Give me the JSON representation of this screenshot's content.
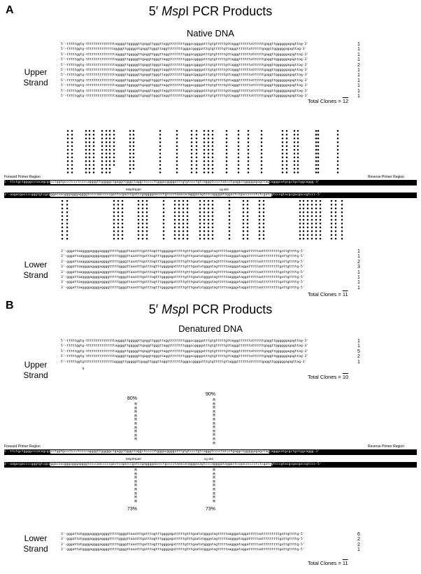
{
  "panelA": {
    "letter": "A",
    "title_pre": "5′ ",
    "title_em": "Msp",
    "title_post": "I PCR Products",
    "subtitle": "Native DNA",
    "upper_label": "Upper Strand",
    "lower_label": "Lower Strand",
    "upper_seqs": [
      "5'-tttttggtg-tttttttttttttttaggggttgggggttgaggttgggttaggttttttttgggacggggatttgtgtttttgttagggttttttattttttgaggttggggggagagttag-3'",
      "5'-tttttggtg-ttttttttttttttaggggttgggggttgaggttgggttaggttttttttgggacggggatttgtgtttttgttagggttttttattttttgaggttggggggagagttag-3'",
      "5'-tttttggtg-tttttttttttttttaggggttgggggttgaggttgggttaggttttttttgggacggggatttgtgtttttgttagggttttttattttttgaggttggggggagagttag-3'",
      "5'-tttttggtg-tttttttttttttttaggggttgggggttgaggttgggttaggttttttttgggacggggatttgtgtttttgttagggttttttattttttgaggttggggggagagttag-3'",
      "5'-tttttggtg-tttttttttttttttaggggttgggggttgaggttgggttaggttttttttgggacggggatttgtgtttttgttagggttttttattttttgaggttggggggagagttag-3'",
      "5'-tttttggtg-tttttttttttttttaggggttgggggttgaggttgggttaggttttttttgggacggggatttgtgtttttgttagggttttttattttttgaggttggggggagagttag-3'",
      "5'-tttttggtg-tttttttttttttttaggggttgggggttgaggttgggttaggttttttttgggacggggatttgtgtttttgttagggttttttattttttgaggttggggggagagttag-3'",
      "5'-tttttggtg-tttttttttttttttaggggttgggggttgaggttgggttaggttttttttgggacggggatttgtgtttttgttagggttttttattttttgaggttggggggagagttag-3'",
      "5'-tttttggtg-tttttttttttttttaggggttgggggttgaggttgggttaggttttttttgggacggggatttgtgtttttgttagggttttttattttttgaggttggggggagagttag-3'",
      "5'-tttttggtg-tttttttttttttttaggggttgggggttgaggttgggttaggttttttttgggacggggatttgtgtttttgttagggttttttattttttgaggttggggggagagttag-3'",
      "5'-tttttggtg-tttttttttttttttaggggttgggggttgaggttgggttaggttttttttgggacggggatttgtgtttttgttagggttttttattttttgaggttggggggagagttag-3'"
    ],
    "upper_counts": [
      "1",
      "1",
      "1",
      "1",
      "2",
      "1",
      "1",
      "1",
      "1",
      "1",
      "1"
    ],
    "upper_total_label": "Total Clones =",
    "upper_total": "12",
    "lower_seqs": [
      "3'-gggattaaggggaggggaggggtttttggggttaaatttgatttagtttggggagatttttgtttgaatatgggatagtttttaagggataggatttttaatttttttttgattgttttg-5'",
      "3'-gggattaaggggaggggaggggtttttggggttaaatttgatttagtttggggagatttttgtttgaatatgggatagtttttaagggataggatttttaatttttttttgattgttttg-5'",
      "3'-gggattaaggggaggggaggggtttttggggttaaatttgatttagtttggggagatttttgtttgaatatgggatagtttttaagggataggatttttaatttttttttgattgttttg-5'",
      "3'-gggattaaggggaggggaggggtttttggggttaaatttgatttagtttggggagatttttgtttgaatatgggatagtttttaagggataggatttttaatttttttttgattgttttg-5'",
      "3'-gggattaaggggaggggaggggtttttggggttaaatttgatttagtttggggagatttttgtttgaatatgggatagtttttaagggataggatttttaatttttttttgattgttttg-5'",
      "3'-gggattaaggggaggggaggggtttttggggttaaatttgatttagtttggggagatttttgtttgaatatgggatagtttttaagggataggatttttaatttttttttgattgttttg-5'",
      "3'-gggattaaggggaggggaggggtttttggggttaaatttgatttagtttggggagatttttgtttgaatatgggatagtttttaagggataggatttttaatttttttttgattgttttg-5'",
      "3'-gggattaaggggaggggaggggtttttggggttaaatttgatttagtttggggagatttttgtttgaatatgggatagtttttaagggataggatttttaatttttttttgattgttttg-5'"
    ],
    "lower_counts": [
      "1",
      "1",
      "2",
      "3",
      "1",
      "1",
      "1",
      "1"
    ],
    "lower_total_label": "Total Clones =",
    "lower_total": "11",
    "forward_primer": "Forward Primer Region",
    "reverse_primer": "Reverse Primer Region",
    "ref_top_left": "5'-ttctgctggggcccacagcgc",
    "ref_top_mid": "cctggtgccctccctccccaggggttgggggctgaggctgggctaggctccccttgggacggggatttgtgtccctgtcagggtcccctatcctgaggctgggggagagctag",
    "ref_top_right": "cagggcatgcgctgctggcaggg-3'",
    "ref_bot_left": "3'-aagacgaccccgggtgtcgcg",
    "ref_bot_mid": "ggaccacgggagggaggggtccccaacccccgactccgacccgatccgaggggaaccctgcccctaaacacagggacagtcccaggggataggactccgacccccctctcgatc",
    "ref_bot_right": "gtcccgtacgcgacgaccgtccc-5'",
    "msp_label": "MspI/HpaII",
    "cg_label": "cg site"
  },
  "panelB": {
    "letter": "B",
    "title_pre": "5′ ",
    "title_em": "Msp",
    "title_post": "I PCR Products",
    "subtitle": "Denatured DNA",
    "upper_label": "Upper Strand",
    "lower_label": "Lower Strand",
    "upper_seqs": [
      "5'-tttttggtg-tttttttttttttttaggggttgggggttgaggttgggttaggttttttttgggacggggatttgtgtttttgttagggttttttattttttgaggttggggggagagttag-3'",
      "5'-tttttggtg-tttttttttttttttaggggttgggggttgaggttgggttaggttttttttgggacggggatttgtgtttttgttagggttttttattttttgaggttggggggagagttag-3'",
      "5'-tttttggtg-tttttttttttttttaggggttgggggttgaggttgggttaggttttttttgggacggggatttgtgtttttgttagggttttttattttttgaggttggggggagagttag-3'",
      "5'-tttttggtg-tttttttttttttttaggggttgggggttgaggttgggttaggttttttttgggacggggatttgtgtttttgttagggttttttattttttgaggttggggggagagttag-3'",
      "5'-tttttggtgtttttttttttttttaggggttgggggttgaggttgggttaggttttttttgggacggggatttgtgtttttgttagggttttttattttttgaggttggggggagagttag-3'"
    ],
    "upper_counts": [
      "1",
      "1",
      "5",
      "2",
      "1"
    ],
    "insert_label": "tt",
    "upper_total_label": "Total Clones =",
    "upper_total": "10",
    "pct_upper_left": "80%",
    "pct_upper_right": "90%",
    "pct_lower_left": "73%",
    "pct_lower_right": "73%",
    "forward_primer": "Forward Primer Region",
    "reverse_primer": "Reverse Primer Region",
    "ref_top_left": "5'-ttctgctggggcccacagcgc",
    "ref_top_mid": "cctggtgccctccctccccaggggttgggggctgaggctgggctaggctccccttgggacggggatttgtgtccctgtcagggtcccctatcctgaggctgggggagagctag",
    "ref_top_right": "cagggcatgcgctgctggcaggg-3'",
    "ref_bot_left": "3'-aagacgaccccgggtgtcgcg",
    "ref_bot_mid": "ggaccacgggagggaggggtccccaacccccgactccgacccgatccgaggggaaccctgcccctaaacacagggacagtcccaggggataggactccgacccccctctcgatc",
    "ref_bot_right": "gtcccgtacgcgacgaccgtccc-5'",
    "msp_label": "MspI/HpaII",
    "cg_label": "cg site",
    "lower_seqs": [
      "3'-gggattatggggaggggaggggtttttggggttaaatttgatttagtttggggagatttttgtttgaatatgggatagtttttaagggataggatttttaatttttttttgattgttttg-5'",
      "3'-gggattatggggaggggaggggtttttggggttaaatttgatttagtttggggagatttttgtttgaatatgggatagtttttaagggataggatttttaatttttttttgattgttttg-5'",
      "3'-gggattatggggaggggaggggtttttggggttaaatttgatttagtttggggagatttttgtttgaatatgggatagtttttaagggataggatttttaatttttttttgattgttttg-5'",
      "3'-gggattatggggaggggaggggtttttggggttaaatttgatttagtttggggagatttttgtttgaatatgggatagtttttaagggataggatttttaatttttttttgattgttttg-5'"
    ],
    "lower_counts": [
      "6",
      "2",
      "2",
      "1"
    ],
    "lower_total_label": "Total Clones =",
    "lower_total": "11"
  }
}
